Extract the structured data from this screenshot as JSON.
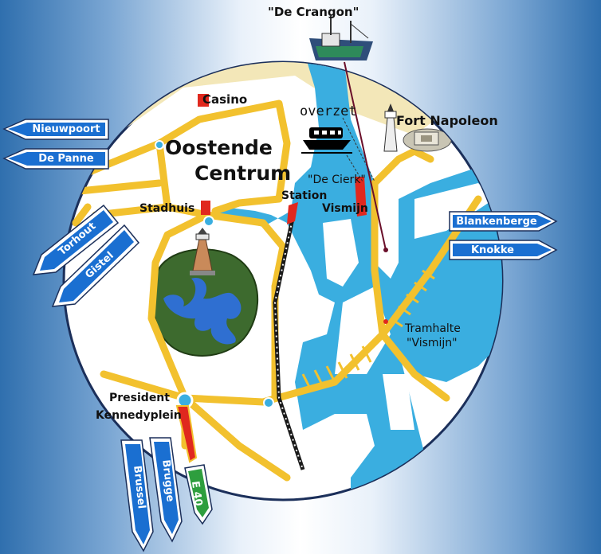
{
  "labels": {
    "boat": "\"De Crangon\"",
    "casino": "Casino",
    "ferry": "overzet",
    "fort": "Fort Napoleon",
    "city_line1": "Oostende",
    "city_line2": "Centrum",
    "cierk": "\"De Cierk\"",
    "station": "Station",
    "vismijn": "Vismijn",
    "stadhuis": "Stadhuis",
    "tram_line1": "Tramhalte",
    "tram_line2": "\"Vismijn\"",
    "president_line1": "President",
    "president_line2": "Kennedyplein"
  },
  "signs": {
    "nieuwpoort": "Nieuwpoort",
    "de_panne": "De Panne",
    "torhout": "Torhout",
    "gistel": "Gistel",
    "blankenberge": "Blankenberge",
    "knokke": "Knokke",
    "brussel": "Brussel",
    "brugge": "Brugge",
    "e40": "E 40"
  },
  "colors": {
    "water": "#3aaee0",
    "road": "#f2c12e",
    "sign_blue": "#1a6fd1",
    "sign_green": "#2e9e3e",
    "landmark_red": "#e0281e",
    "park": "#3d6a2e",
    "sand": "#f3e7b8"
  }
}
